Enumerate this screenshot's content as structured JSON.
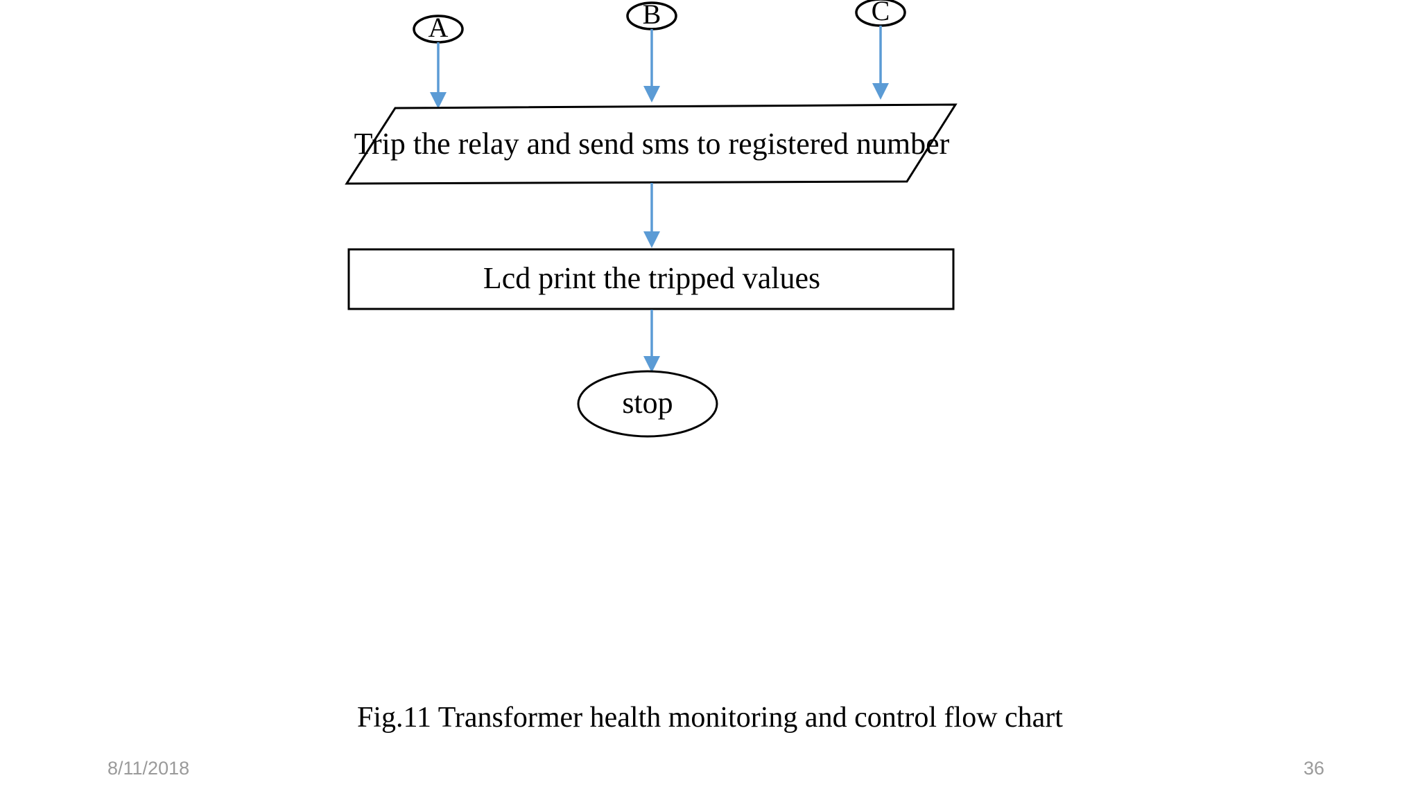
{
  "slide": {
    "caption": "Fig.11 Transformer health monitoring and control flow chart",
    "footer": {
      "date": "8/11/2018",
      "page_number": "36"
    },
    "colors": {
      "arrow": "#5B9BD5",
      "outline": "#000000",
      "background": "#ffffff",
      "footer_text": "#9a9a9a"
    }
  },
  "chart_data": {
    "type": "diagram",
    "title": "Fig.11 Transformer health monitoring and control flow chart",
    "nodes": [
      {
        "id": "A",
        "shape": "connector-ellipse",
        "label": "A"
      },
      {
        "id": "B",
        "shape": "connector-ellipse",
        "label": "B"
      },
      {
        "id": "C",
        "shape": "connector-ellipse",
        "label": "C"
      },
      {
        "id": "trip",
        "shape": "parallelogram",
        "label": "Trip the relay and send sms to registered number"
      },
      {
        "id": "lcd",
        "shape": "rectangle",
        "label": "Lcd print the tripped values"
      },
      {
        "id": "stop",
        "shape": "ellipse",
        "label": "stop"
      }
    ],
    "edges": [
      {
        "from": "A",
        "to": "trip",
        "style": "arrow"
      },
      {
        "from": "B",
        "to": "trip",
        "style": "arrow"
      },
      {
        "from": "C",
        "to": "trip",
        "style": "arrow"
      },
      {
        "from": "trip",
        "to": "lcd",
        "style": "arrow"
      },
      {
        "from": "lcd",
        "to": "stop",
        "style": "arrow"
      }
    ]
  }
}
